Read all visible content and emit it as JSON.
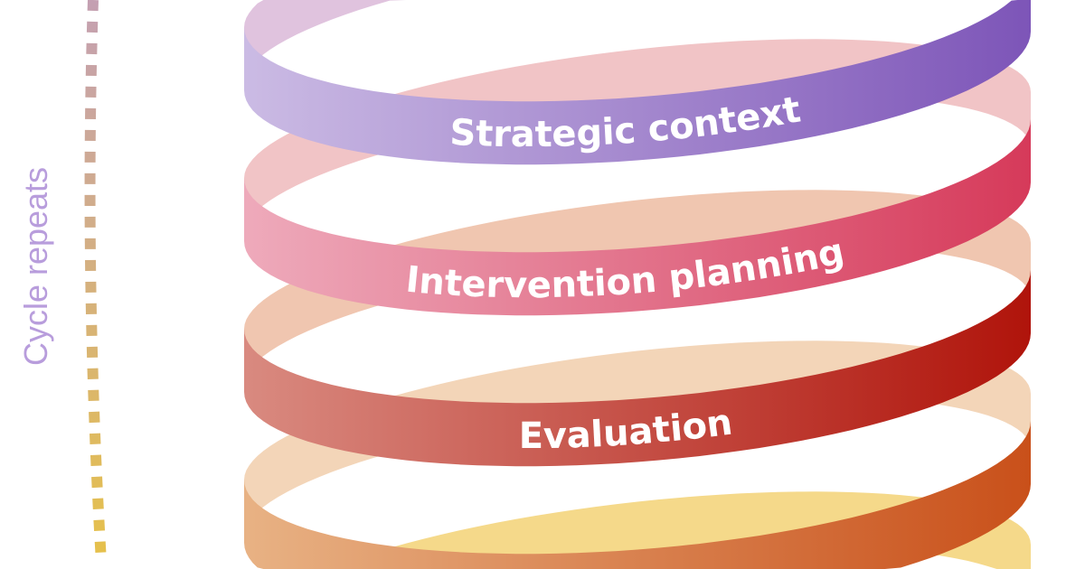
{
  "side_label": "Cycle repeats",
  "coils": [
    {
      "label": "Strategic context",
      "front_from": "#cbbbe4",
      "front_to": "#7d55b8",
      "back": "#e0c3de"
    },
    {
      "label": "Intervention planning",
      "front_from": "#eeaabb",
      "front_to": "#d63a5a",
      "back": "#f1c4c6"
    },
    {
      "label": "Evaluation",
      "front_from": "#d98a80",
      "front_to": "#b0140b",
      "back": "#f0c6b0"
    },
    {
      "label": "",
      "front_from": "#e8b284",
      "front_to": "#c9501a",
      "back": "#f3d5b8"
    },
    {
      "label": "",
      "front_from": "#f5d98a",
      "front_to": "#f5d98a",
      "back": "#f5d98a"
    }
  ],
  "dots_colors": {
    "top": "#c4a0b2",
    "bottom": "#e6c14a"
  }
}
